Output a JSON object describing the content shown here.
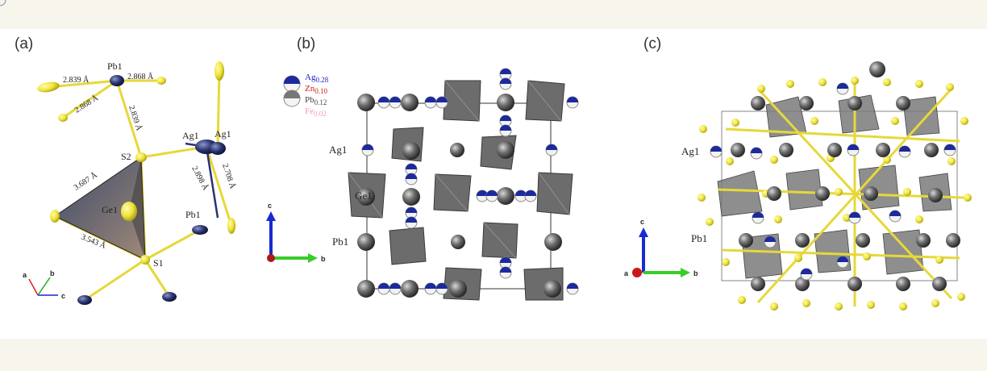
{
  "panels": {
    "a": {
      "label": "(a)",
      "atoms": {
        "pb1_top": "Pb1",
        "s2": "S2",
        "ag1_left": "Ag1",
        "ag1_right": "Ag1",
        "ge1": "Ge1",
        "pb1_right": "Pb1",
        "s1": "S1"
      },
      "distances": [
        "2.839 Å",
        "2.868 Å",
        "2.868 Å",
        "2.839 Å",
        "3.687 Å",
        "2.898 Å",
        "2.708 Å",
        "3.543 Å"
      ],
      "axes": {
        "a": "a",
        "b": "b",
        "c": "c"
      }
    },
    "b": {
      "label": "(b)",
      "legend": [
        {
          "el": "Ag",
          "occ": "0.28",
          "color": "#1c1cc8"
        },
        {
          "el": "Zn",
          "occ": "0.10",
          "color": "#d11a1a"
        },
        {
          "el": "Pb",
          "occ": "0.12",
          "color": "#444444"
        },
        {
          "el": "Fe",
          "occ": "0.02",
          "color": "#f29ab4"
        }
      ],
      "atoms": {
        "ag1": "Ag1",
        "ge1": "Ge1",
        "pb1": "Pb1"
      },
      "axes": {
        "c": "c",
        "b": "b"
      }
    },
    "c": {
      "label": "(c)",
      "atoms": {
        "ag1": "Ag1",
        "pb1": "Pb1"
      },
      "axes": {
        "c": "c",
        "a": "a",
        "b": "b"
      }
    }
  },
  "colors": {
    "sulfur": "#f0e83a",
    "lead": "#6a6a6a",
    "silver": "#1c2a9c",
    "tetra": "#7c7c7c"
  }
}
